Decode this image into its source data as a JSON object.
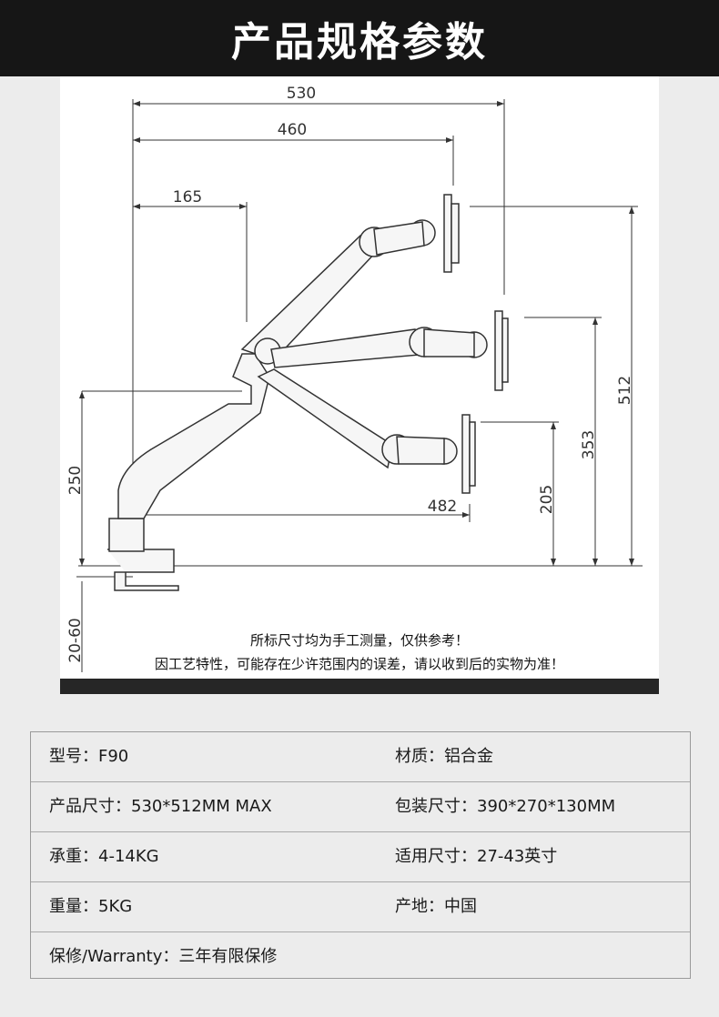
{
  "header": {
    "title": "产品规格参数"
  },
  "drawing": {
    "dimensions": {
      "d530": "530",
      "d460": "460",
      "d165": "165",
      "d512": "512",
      "d353": "353",
      "d205": "205",
      "d250": "250",
      "d482": "482",
      "d2060": "20-60"
    },
    "notes": {
      "line1": "所标尺寸均为手工测量，仅供参考！",
      "line2": "因工艺特性，可能存在少许范围内的误差，请以收到后的实物为准！"
    }
  },
  "specs": {
    "rows": [
      {
        "left": "型号：F90",
        "right": "材质：铝合金"
      },
      {
        "left": "产品尺寸：530*512MM MAX",
        "right": "包装尺寸：390*270*130MM"
      },
      {
        "left": "承重：4-14KG",
        "right": "适用尺寸：27-43英寸"
      },
      {
        "left": "重量：5KG",
        "right": "产地：中国"
      },
      {
        "left": "保修/Warranty：三年有限保修"
      }
    ]
  }
}
